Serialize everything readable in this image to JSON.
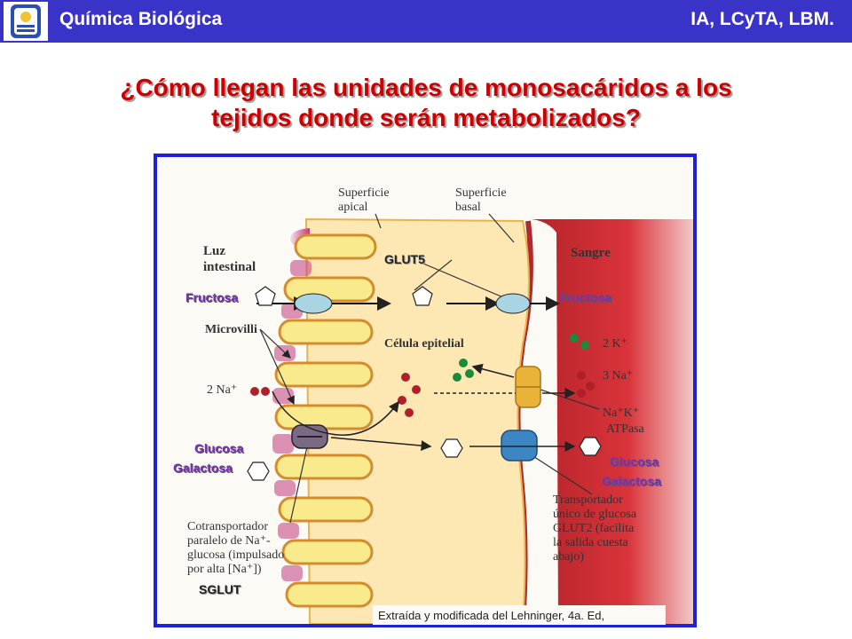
{
  "header": {
    "left": "Química Biológica",
    "right": "IA, LCyTA, LBM.",
    "bg_color": "#3a33c8"
  },
  "title": {
    "line1": "¿Cómo llegan las unidades de monosacáridos a los",
    "line2": "tejidos donde serán metabolizados?",
    "color": "#cc0000"
  },
  "figure": {
    "labels": {
      "superficie_apical": [
        "Superficie",
        "apical"
      ],
      "superficie_basal": [
        "Superficie",
        "basal"
      ],
      "luz_intestinal": [
        "Luz",
        "intestinal"
      ],
      "sangre": "Sangre",
      "microvilli": "Microvilli",
      "celula_epitelial": "Célula epitelial",
      "two_na": "2 Na⁺",
      "two_k": "2 K⁺",
      "three_na": "3 Na⁺",
      "na_k_atpasa": [
        "Na⁺K⁺",
        "ATPasa"
      ],
      "cotransportador": [
        "Cotransportador",
        "paralelo de Na⁺-",
        "glucosa (impulsado",
        "por alta [Na⁺])"
      ],
      "transportador": [
        "Transportador",
        "único de glucosa",
        "GLUT2 (facilita",
        "la salida cuesta",
        "abajo)"
      ]
    },
    "overlays": {
      "glut5": "GLUT5",
      "fructosa_left": "Fructosa",
      "fructosa_right": "Fructosa",
      "glucosa_left": "Glucosa",
      "galactosa_left": "Galactosa",
      "glucosa_right": "Glucosa",
      "galactosa_right": "Galactosa",
      "sglut": "SGLUT"
    },
    "credit": "Extraída y modificada del Lehninger, 4a. Ed,",
    "border_color": "#1a23d8"
  }
}
